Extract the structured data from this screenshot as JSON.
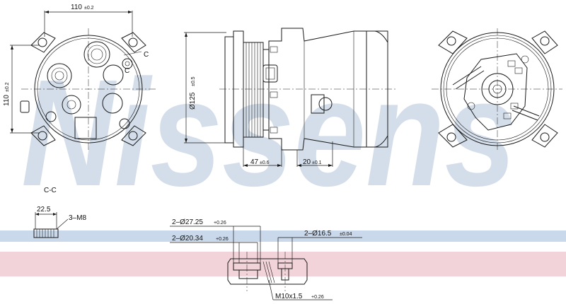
{
  "watermark": {
    "brand": "Nissens"
  },
  "colors": {
    "watermark": "#9bb3cf",
    "band_blue": "#c9d8ea",
    "band_pink": "#f3d3da",
    "line": "#1a1a1a",
    "section_fill": "#f0d8d8"
  },
  "front_view": {
    "width_dim": "110",
    "width_tol": "±0.2",
    "height_dim": "110",
    "height_tol": "±0.2",
    "section_mark": "C"
  },
  "side_view": {
    "diameter_dim": "Ø125",
    "diameter_tol": "±0.5",
    "length_a": "47",
    "length_a_tol": "±0.6",
    "length_b": "20",
    "length_b_tol": "±0.1"
  },
  "section_cc": {
    "title": "C-C",
    "depth": "22.5",
    "thread": "3–M8"
  },
  "port_section": {
    "bore_large": "2–Ø27.25",
    "bore_large_tol": "+0.26",
    "bore_mid": "2–Ø20.34",
    "bore_mid_tol": "+0.26",
    "bore_small": "2–Ø16.5",
    "bore_small_tol": "±0.04",
    "thread": "M10x1.5",
    "thread_tol": "+0.26"
  }
}
